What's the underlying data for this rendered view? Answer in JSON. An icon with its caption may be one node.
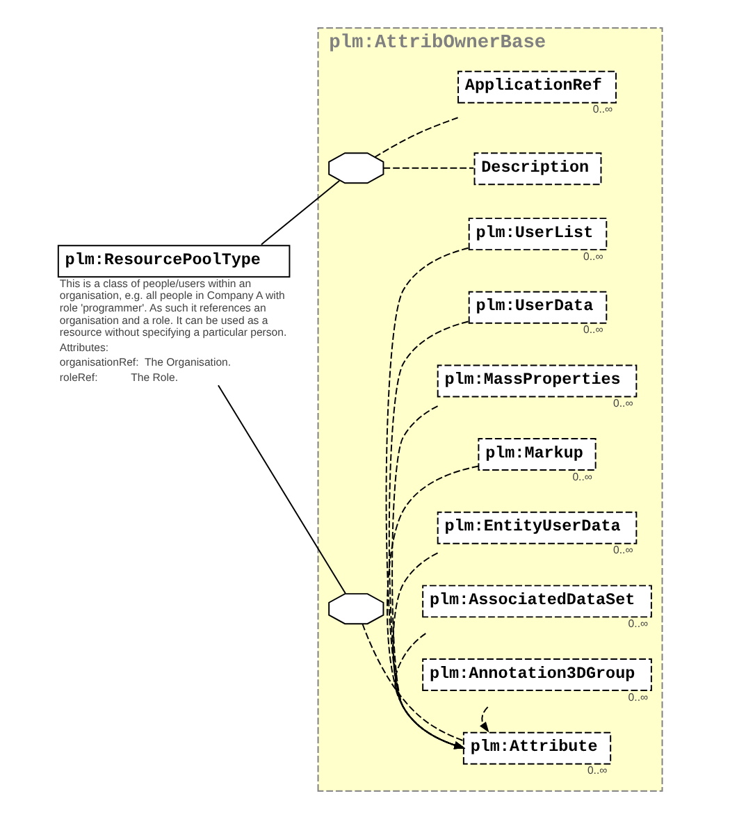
{
  "diagram": {
    "nodes": [
      {
        "text": [
          "plm:ResourcePoolType"
        ],
        "beside": [
          "This is a class of people/users within an organisation, e.g. all people in Company A with role 'programmer'. As such it references an organisation and a role. It can be used as a resource without specifying a particular person.",
          "Attributes:",
          "organisationRef:  The Organisation.",
          "roleRef:           The Role."
        ]
      },
      {
        "text": [
          "plm:AttribOwnerBase"
        ]
      },
      {
        "text": [],
        "shape": "octagon",
        "in": 1
      },
      {
        "text": [
          "Description"
        ],
        "in": 1
      },
      {
        "text": [
          "ApplicationRef"
        ],
        "in": 1,
        "beside": [
          "0..∞"
        ]
      },
      {
        "text": [],
        "shape": "octagon",
        "in": 1
      },
      {
        "text": [
          "plm:Attribute"
        ],
        "in": 1,
        "beside": [
          "0..∞"
        ]
      },
      {
        "text": [
          "plm:Annotation3DGroup"
        ],
        "in": 1,
        "beside": [
          "0..∞"
        ]
      },
      {
        "text": [
          "plm:AssociatedDataSet"
        ],
        "in": 1,
        "beside": [
          "0..∞"
        ]
      },
      {
        "text": [
          "plm:EntityUserData"
        ],
        "in": 1,
        "beside": [
          "0..∞"
        ]
      },
      {
        "text": [
          "plm:Markup"
        ],
        "in": 1,
        "beside": [
          "0..∞"
        ]
      },
      {
        "text": [
          "plm:MassProperties"
        ],
        "in": 1,
        "beside": [
          "0..∞"
        ]
      },
      {
        "text": [
          "plm:UserData"
        ],
        "in": 1,
        "beside": [
          "0..∞"
        ]
      },
      {
        "text": [
          "plm:UserList"
        ],
        "in": 1,
        "beside": [
          "0..∞"
        ]
      }
    ],
    "edges": [
      {
        "from": 0,
        "to": 2,
        "arrow": "none"
      },
      {
        "from": 0,
        "to": 5,
        "arrow": "none"
      },
      {
        "from": 2,
        "to": 3,
        "arrow": "none",
        "style": "dashed"
      },
      {
        "from": 2,
        "to": 4,
        "arrow": "none",
        "style": "dashed"
      },
      {
        "from": 5,
        "to": 6,
        "arrow": "none",
        "style": "dashed"
      },
      {
        "from": 7,
        "to": 6,
        "arrow": "to",
        "style": "dashed"
      },
      {
        "from": 8,
        "to": 6,
        "arrow": "to",
        "style": "dashed"
      },
      {
        "from": 9,
        "to": 6,
        "arrow": "to",
        "style": "dashed"
      },
      {
        "from": 10,
        "to": 6,
        "arrow": "to",
        "style": "dashed"
      },
      {
        "from": 11,
        "to": 6,
        "arrow": "to",
        "style": "dashed"
      },
      {
        "from": 12,
        "to": 6,
        "arrow": "to",
        "style": "dashed"
      },
      {
        "from": 13,
        "to": 6,
        "arrow": "to",
        "style": "dashed"
      }
    ]
  }
}
